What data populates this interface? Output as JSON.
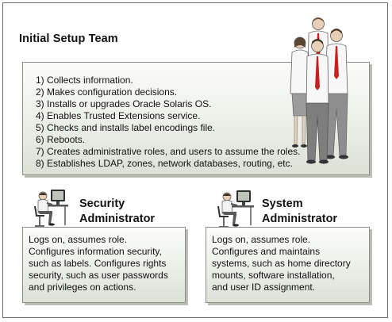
{
  "team": {
    "title": "Initial Setup Team",
    "tasks": [
      "1) Collects information.",
      "2) Makes configuration decisions.",
      "3) Installs or upgrades Oracle Solaris OS.",
      "4) Enables Trusted Extensions service.",
      "5) Checks and installs label encodings file.",
      "6) Reboots.",
      "7) Creates administrative roles, and users to assume the roles.",
      "8) Establishes LDAP, zones, network databases, routing, etc."
    ]
  },
  "security_admin": {
    "title_lines": [
      "Security",
      "Administrator"
    ],
    "text_lines": [
      "Logs on, assumes role.",
      "Configures information security,",
      "such as labels. Configures rights",
      "security, such as user passwords",
      "and privileges on actions."
    ]
  },
  "system_admin": {
    "title_lines": [
      "System",
      "Administrator"
    ],
    "text_lines": [
      "Logs on, assumes role.",
      "Configures and maintains",
      "systems, such as home directory",
      "mounts, software installation,",
      "and user ID assignment."
    ]
  },
  "colors": {
    "box_fill": "#e6eae1",
    "box_border": "#8a8f86",
    "tie_red": "#c8201e"
  }
}
